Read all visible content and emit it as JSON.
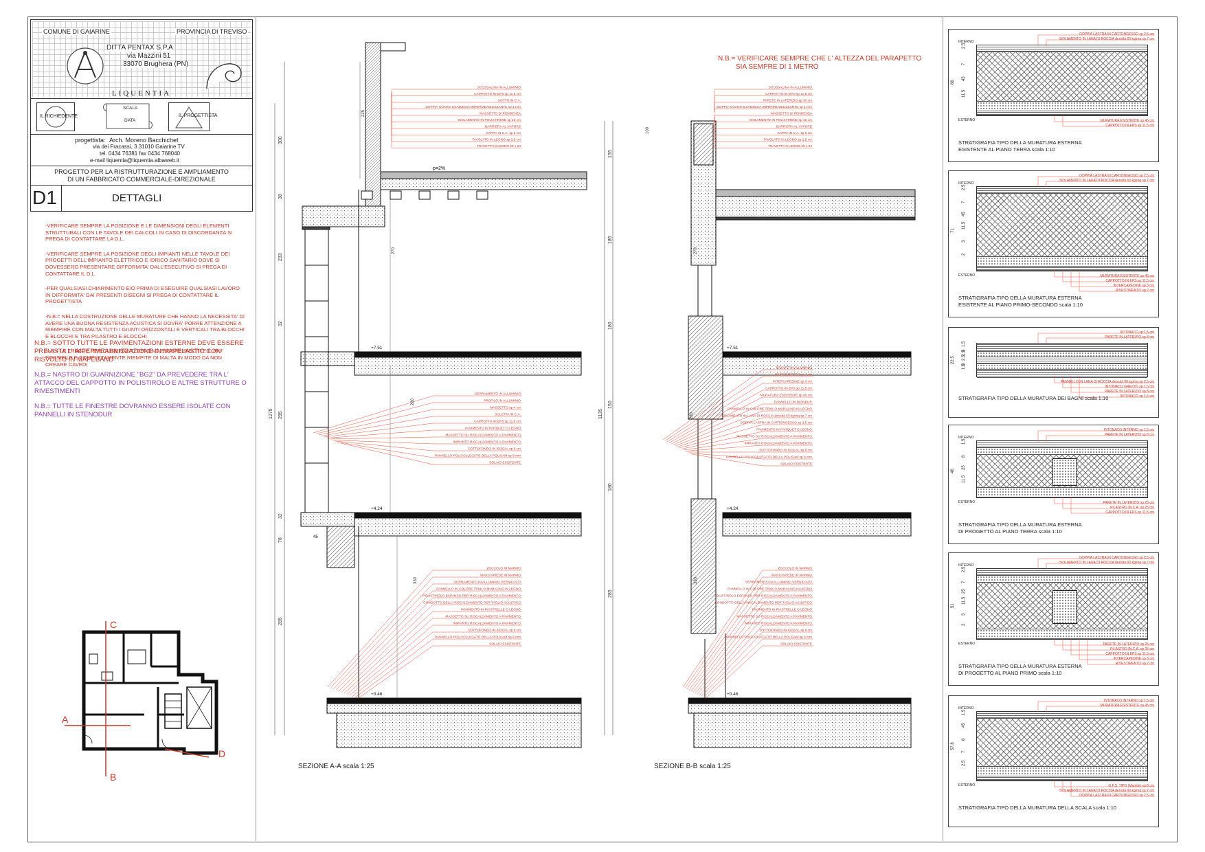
{
  "title_block": {
    "comune": "COMUNE DI GAIARINE",
    "provincia": "PROVINCIA DI TREVISO",
    "ditta": "DITTA  PENTAX S.P.A",
    "via": "via Mazzini 51",
    "citta": "33070  Brughera (PN)",
    "logo": "LIQUENTIA",
    "richiedente": "IL RICHIEDENTE",
    "scala": "SCALA",
    "data": "DATA",
    "progettista_box": "IL PROGETTISTA",
    "progettista_label": "progettista:",
    "progettista_name": "Arch. Moreno Bacchichet",
    "indirizzo": "via dei Fracassi, 3   31010 Gaiarine TV",
    "tel": "tel. 0434 76381  fax 0434 768040",
    "email": "e-mail   liquentia@liquentia.albaweb.it",
    "progetto_1": "PROGETTO PER LA RISTRUTTURAZIONE E AMPLIAMENTO",
    "progetto_2": "DI UN FABBRICATO COMMERCIALE-DIREZIONALE",
    "tavola": "D1",
    "oggetto": "DETTAGLI"
  },
  "notes_red": [
    "-VERIFICARE SEMPRE LA POSIZIONE E LE DIMENSIONI DEGLI ELEMENTI STRUTTURALI CON LE TAVOLE DEI CALCOLI IN CASO DI DISCORDANZA SI PREGA DI CONTATTARE LA D.L.",
    "-VERIFICARE SEMPRE LA POSIZIONE DEGLI IMPIANTI NELLE TAVOLE DEI PROGETTI DELL'IMPIANTO ELETTRICO E IDRICO SANITARIO DOVE SI DOVESSERO PRESENTARE DIFFORMITA' DALL'ESECUTIVO SI PREGA DI CONTATTARE IL D.L.",
    "-PER QUALSIASI CHIARIMENTO E/O PRIMA DI ESEGUIRE QUALSIASI LAVORO IN DIFFORMITA' DAI PRESENTI DISEGNI SI PREGA DI CONTATTARE IL PROGETTISTA",
    "-N.B.= NELLA COSTRUZIONE DELLE MURATURE CHE HANNO LA NECESSITA' DI AVERE UNA BUONA RESISTENZA ACUSTICA SI DOVRA' PORRE ATTENZIONE A RIEMPIRE CON MALTA TUTTI I GIUNTI ORIZZONTALI E VERTICALI TRA BLOCCHI E BLOCCHI E TRA PILASTRO E BLOCCHI",
    "N.B.= LE TRACCE PER GLI IMPIANTI DEVONO ESSERE RIDOTTE IL PIU' POSSIBILE E COMPLETAMENTE RIEMPITE DI MALTA IN MODO DA NON CREARE CAVEDI"
  ],
  "notes_nb": [
    {
      "text": "N.B.= SOTTO TUTTE LE PAVIMENTAZIONI ESTERNE DEVE ESSERE PREVISTA L' IMPERMEABILIZZAZIONE IN MAPELASTIC CON RISVOLTO IN MAPEBAND",
      "color": "red"
    },
    {
      "text": "N.B.= NASTRO DI GUARNIZIONE \"BG2\" DA PREVEDERE TRA L' ATTACCO DEL CAPPOTTO IN POLISTIROLO E ALTRE STRUTTURE O RIVESTIMENTI",
      "color": "purple"
    },
    {
      "text": "N.B.= TUTTE LE FINESTRE DOVRANNO ESSERE ISOLATE CON PANNELLI IN STENODUR",
      "color": "purple"
    }
  ],
  "parapet_note_1": "N.B.= VERIFICARE SEMPRE CHE L' ALTEZZA DEL PARAPETTO",
  "parapet_note_2": "SIA SEMPRE DI 1 METRO",
  "plan_labels": {
    "a": "A",
    "b": "B",
    "c": "C",
    "d": "D"
  },
  "section_aa": {
    "title": "SEZIONE A-A scala 1:25",
    "dims_left": [
      "300",
      "38",
      "233",
      "32",
      "295",
      "32",
      "78",
      "285"
    ],
    "dim_total": "1275",
    "dims_inner": [
      "225",
      "270",
      "280",
      "330"
    ],
    "levels": [
      "7.51",
      "4.24",
      "0.46"
    ],
    "slope": "p=2%",
    "dim_small": "45",
    "labels_roof": [
      "SCOSSALINA IN ALLUMINIO",
      "CAPPOTTO IN EPS sp 11,5 cm",
      "SOTTO IN C.A.",
      "DOPPIA GUAINA ESAMIDICA IMPERMEABILIZZANTE sp 4 mm",
      "MASSETTO DI PENDENZA",
      "ISOLAMENTO IN POLISTIRENE sp 10 cm",
      "BARRIERA AL VAPORE",
      "CAPPA IN C.A. sp 5 cm",
      "TAVOLATO IN LEGNO sp 2,5 cm",
      "TRAVETTI IN LEGNO 20 x 24"
    ],
    "labels_mid": [
      "SERRAMENTO IN ALLUMINIO",
      "PROFILO IN ALLUMINIO",
      "MASSETTO sp 4 cm",
      "SOLETTA IN C.A.",
      "CAPPOTTO IN EPS sp 11,5 cm",
      "PAVIMENTO IN PARQUET O LEGNO",
      "MASSETTO SU RISCALDAMENTO A PAVIMENTO",
      "IMPIANTO RISCALDAMENTO A PAVIMENTO",
      "SOTTOFONDO IN ISOCAL sp 8 cm",
      "PANNELLO POLICOLLEGATO DELLA POLISAM sp 8 mm",
      "SOLAIO ESISTENTE"
    ],
    "labels_ground": [
      "ZOCCOLO IN MARMO",
      "MARCIAPIEDE IN MARMO",
      "SERRAMENTO IN ALLUMINIO VERNICIATO",
      "PANNELLO IN COLORE TEKK O MURALINO IN LEGNO",
      "POLISTIROLO ESPANSO PER RISCALDAMENTO A PAVIMENTO",
      "CONDOTTO DELLA RISCALDAMENTO PER TAGLIO ACUSTICO",
      "PAVIMENTO IN PIASTRELLE O LEGNO",
      "MASSETTO SU RISCALDAMENTO A PAVIMENTO",
      "IMPIANTO RISCALDAMENTO A PAVIMENTO",
      "SOTTOFONDO IN ISOCAL sp 8 cm",
      "PANNELLO POLICOLLEGATO DELLA POLISAM sp 8 mm",
      "SOLAIO ESISTENTE"
    ]
  },
  "section_bb": {
    "title": "SEZIONE B-B scala 1:25",
    "dims_left": [
      "155",
      "185",
      "180",
      "150",
      "180",
      "285"
    ],
    "dim_total": "1135",
    "dims_inner": [
      "100",
      "270",
      "280",
      "330"
    ],
    "levels": [
      "7.51",
      "4.24",
      "0.46"
    ],
    "labels_roof": [
      "SCOSSALINA IN ALLUMINIO",
      "CAPPOTTO IN EPS sp 11,5 cm",
      "PARETE IN LATERIZIO sp 30 cm",
      "DOPPIA GUAINA ESAMIDICA IMPERMEABILIZZANTE sp 4 mm",
      "MASSETTO DI PENDENZA",
      "ISOLAMENTO IN POLISTIRENE sp 10 cm",
      "BARRIERA AL VAPORE",
      "CAPPA IN C.A. sp 5 cm",
      "TAVOLATO IN LEGNO sp 2,5 cm",
      "TRAVETTI IN LEGNO 20 x 24"
    ],
    "labels_mid": [
      "RASATO IN ALLUMINIO",
      "RIVESTIMENTO sp 2 cm",
      "INTERCAPEDINE sp 3 cm",
      "CAPPOTTO IN EPS sp 11,5 cm",
      "MURATURA ESISTENTE sp 45 cm",
      "PANNELLO IN DIONDUR",
      "PANNELLO IN COLORE TEKK O MURALINO IN LEGNO",
      "ISOLAMENTO IN LANA DI ROCCIA densità 60 kg/mq sp 7 cm",
      "DOPPIA LASTRA IN CARTONGESSO sp 2,5 cm",
      "PAVIMENTO IN PARQUET O LEGNO",
      "MASSETTO SU RISCALDAMENTO A PAVIMENTO",
      "IMPIANTO RISCALDAMENTO A PAVIMENTO",
      "SOTTOFONDO IN ISOCAL sp 8 cm",
      "PANNELLO POLICOLLEGATO DELLA POLISAM sp 8 mm",
      "SOLAIO ESISTENTE"
    ],
    "labels_ground": [
      "ZOCCOLO IN MARMO",
      "MARCIAPIEDE IN MARMO",
      "SERRAMENTO IN ALLUMINIO VERNICIATO",
      "PANNELLO IN COLORE TEKK O MURALINO IN LEGNO",
      "POLISTIROLO ESPANSO PER RISCALDAMENTO A PAVIMENTO",
      "CONDOTTO DELLA RISCALDAMENTO PER TAGLIO ACUSTICO",
      "PAVIMENTO IN PIASTRELLE O LEGNO",
      "MASSETTO SU RISCALDAMENTO A PAVIMENTO",
      "IMPIANTO RISCALDAMENTO A PAVIMENTO",
      "SOTTOFONDO IN ISOCAL sp 8 cm",
      "PANNELLO POLICOLLEGATO DELLA POLISAM sp 8 mm",
      "SOLAIO ESISTENTE"
    ]
  },
  "stratigraphies": [
    {
      "cap1": "STRATIGRAFIA TIPO DELLA MURATURA ESTERNA",
      "cap2": "ESISTENTE AL PIANO TERRA  scala 1:10",
      "dims": [
        "2.5",
        "7",
        "45",
        "11.5"
      ],
      "total": "66",
      "interno": "INTERNO",
      "esterno": "ESTERNO",
      "labels_top": [
        "DOPPIA LASTRA IN CARTONGESSO sp 2,5 cm",
        "ISOLAMENTO IN LANA DI ROCCIA densità 60 kg/mq sp 7 cm"
      ],
      "labels_bot": [
        "MURATURA ESISTENTE sp 45 cm",
        "CAPPOTTO IN EPS sp 11,5 cm"
      ]
    },
    {
      "cap1": "STRATIGRAFIA TIPO DELLA MURATURA ESTERNA",
      "cap2": "ESISTENTE AL PIANO PRIMO-SECONDO  scala 1:10",
      "dims": [
        "2.5",
        "7",
        "45",
        "11.5",
        "3",
        "2"
      ],
      "total": "71",
      "interno": "INTERNO",
      "esterno": "ESTERNO",
      "labels_top": [
        "DOPPIA LASTRA IN CARTONGESSO sp 2,5 cm",
        "ISOLAMENTO IN LANA DI ROCCIA densità 60 kg/mq sp 7 cm"
      ],
      "labels_bot": [
        "MURATURA ESISTENTE sp 45 cm",
        "CAPPOTTO IN EPS sp 11,5 cm",
        "INTERCAPEDINE sp 3 cm",
        "RIVESTIMENTO sp 2 cm"
      ]
    },
    {
      "cap1": "STRATIGRAFIA TIPO DELLA MURATURA DEI BAGNI scala 1:10",
      "cap2": "",
      "dims": [
        "1.5",
        "8",
        "1.5",
        "2.5",
        "8",
        "1.5"
      ],
      "total": "22.5",
      "interno": "",
      "esterno": "",
      "labels_top": [
        "INTONACO sp 1,5 cm",
        "PARETE IN LATERIZIO sp 8 cm"
      ],
      "labels_bot": [
        "PANNELLO IN LANA DI ROCCIA densità 60 kg/mq sp 2,5 cm",
        "INTONACO GREZZO sp 1,5 cm",
        "PARETE IN LATERIZIO sp 8 cm",
        "INTONACO sp 1,5 cm"
      ]
    },
    {
      "cap1": "STRATIGRAFIA TIPO DELLA MURATURA ESTERNA",
      "cap2": "DI PROGETTO AL PIANO TERRA   scala 1:10",
      "dims": [
        "1.5",
        "8",
        "25",
        "11.5"
      ],
      "total": "46",
      "interno": "INTERNO",
      "esterno": "ESTERNO",
      "labels_top": [
        "INTONACO INTERNO sp 1,5 cm",
        "PARETE IN LATERIZIO sp 8 cm"
      ],
      "labels_bot": [
        "PARETE IN LATERIZIO sp 25 cm",
        "PILASTRO IN C.A. sp 25 cm",
        "CAPPOTTO IN EPS sp 11,5 cm"
      ]
    },
    {
      "cap1": "STRATIGRAFIA TIPO DELLA MURATURA ESTERNA",
      "cap2": "DI PROGETTO AL PIANO PRIMO   scala 1:10",
      "dims": [
        "2.5",
        "7",
        "25",
        "11.5",
        "3",
        "2"
      ],
      "total": "51",
      "interno": "INTERNO",
      "esterno": "ESTERNO",
      "labels_top": [
        "DOPPIA LASTRA IN CARTONGESSO sp 2,5 cm",
        "ISOLAMENTO IN LANA DI ROCCIA densità 60 kg/mq sp 7 cm"
      ],
      "labels_bot": [
        "PARETE IN LATERIZIO sp 25 cm",
        "PILASTRO IN C.A. sp 25 cm",
        "CAPPOTTO IN EPS sp 11,5 cm",
        "INTERCAPEDINE sp 3 cm",
        "RIVESTIMENTO sp 2 cm"
      ]
    },
    {
      "cap1": "STRATIGRAFIA TIPO DELLA MURATURA DELLA SCALA   scala 1:10",
      "cap2": "",
      "dims": [
        "1.5",
        "45",
        "8",
        "7",
        "2.5"
      ],
      "total": "57.8",
      "interno": "INTERNO",
      "esterno": "ESTERNO",
      "labels_top": [
        "INTONACO INTERNO sp 1,5 cm",
        "MURATURA ESISTENTE sp 45 cm"
      ],
      "labels_bot": [
        "G.F.S. TIPO (Mantile) sp 8 cm",
        "ISOLAMENTO IN LANA DI ROCCIA densità 60 kg/mq sp 7 cm",
        "DOPPIA LASTRA IN CARTONGESSO sp 2,5 cm"
      ]
    }
  ]
}
